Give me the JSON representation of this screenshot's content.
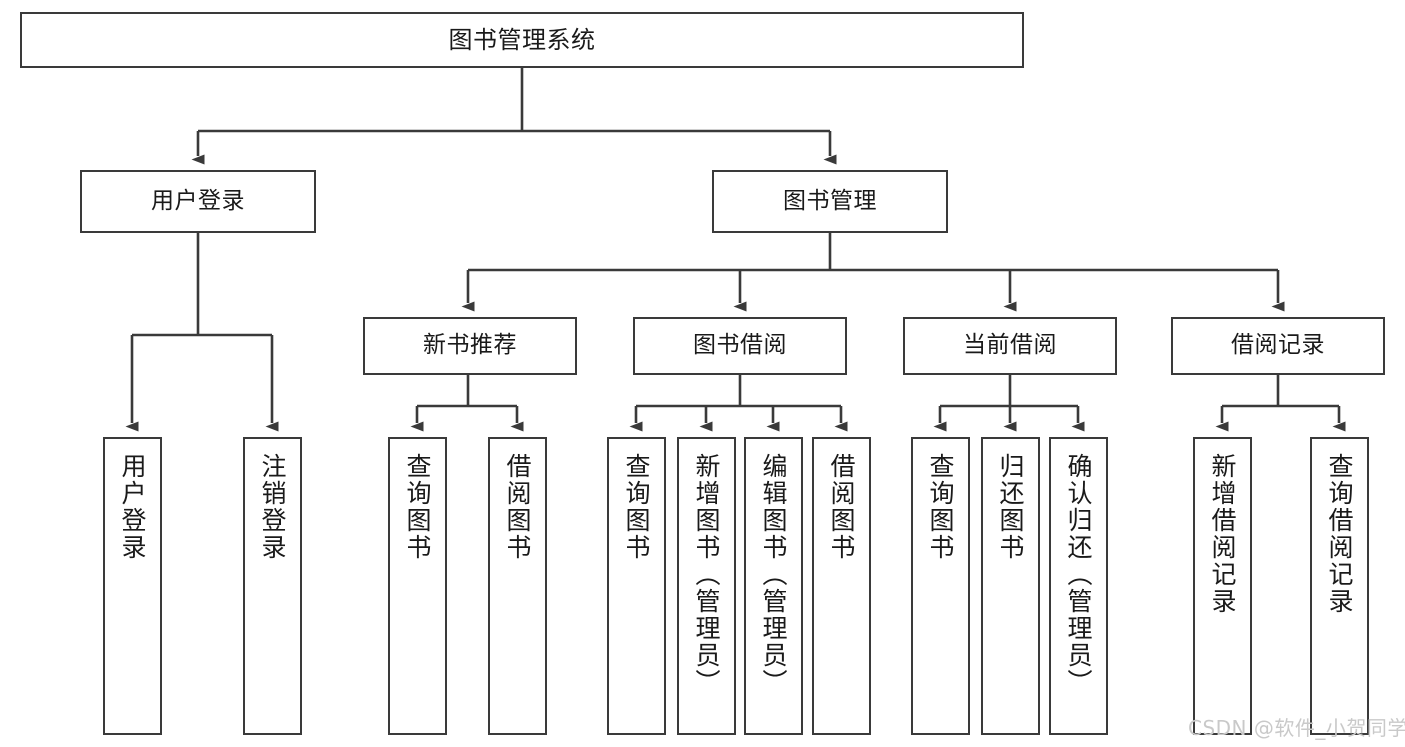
{
  "diagram": {
    "type": "tree",
    "title": "图书管理系统",
    "orientation": "top-down",
    "styles": {
      "box_border_color": "#3a3a3a",
      "box_fill_color": "#ffffff",
      "edge_color": "#3a3a3a",
      "text_color": "#1a1a1a",
      "background_color": "#ffffff",
      "watermark_color": "#c9c9c9"
    },
    "root": {
      "id": "root",
      "label": "图书管理系统"
    },
    "level1": [
      {
        "id": "user-login",
        "label": "用户登录"
      },
      {
        "id": "book-manage",
        "label": "图书管理"
      }
    ],
    "level2": [
      {
        "id": "new-book-rec",
        "label": "新书推荐",
        "parent": "book-manage"
      },
      {
        "id": "book-borrow",
        "label": "图书借阅",
        "parent": "book-manage"
      },
      {
        "id": "current-borrow",
        "label": "当前借阅",
        "parent": "book-manage"
      },
      {
        "id": "borrow-record",
        "label": "借阅记录",
        "parent": "book-manage"
      }
    ],
    "leaves": [
      {
        "id": "leaf-user-login",
        "label": "用户登录",
        "parent": "user-login"
      },
      {
        "id": "leaf-user-logout",
        "label": "注销登录",
        "parent": "user-login"
      },
      {
        "id": "leaf-query-book-1",
        "label": "查询图书",
        "parent": "new-book-rec"
      },
      {
        "id": "leaf-borrow-book-1",
        "label": "借阅图书",
        "parent": "new-book-rec"
      },
      {
        "id": "leaf-query-book-2",
        "label": "查询图书",
        "parent": "book-borrow"
      },
      {
        "id": "leaf-add-book",
        "label": "新增图书（管理员）",
        "parent": "book-borrow"
      },
      {
        "id": "leaf-edit-book",
        "label": "编辑图书（管理员）",
        "parent": "book-borrow"
      },
      {
        "id": "leaf-borrow-book-2",
        "label": "借阅图书",
        "parent": "book-borrow"
      },
      {
        "id": "leaf-query-book-3",
        "label": "查询图书",
        "parent": "current-borrow"
      },
      {
        "id": "leaf-return-book",
        "label": "归还图书",
        "parent": "current-borrow"
      },
      {
        "id": "leaf-confirm-return",
        "label": "确认归还（管理员）",
        "parent": "current-borrow"
      },
      {
        "id": "leaf-add-record",
        "label": "新增借阅记录",
        "parent": "borrow-record"
      },
      {
        "id": "leaf-query-record",
        "label": "查询借阅记录",
        "parent": "borrow-record"
      }
    ]
  },
  "watermark": {
    "text": "CSDN @软件_小贺同学"
  }
}
